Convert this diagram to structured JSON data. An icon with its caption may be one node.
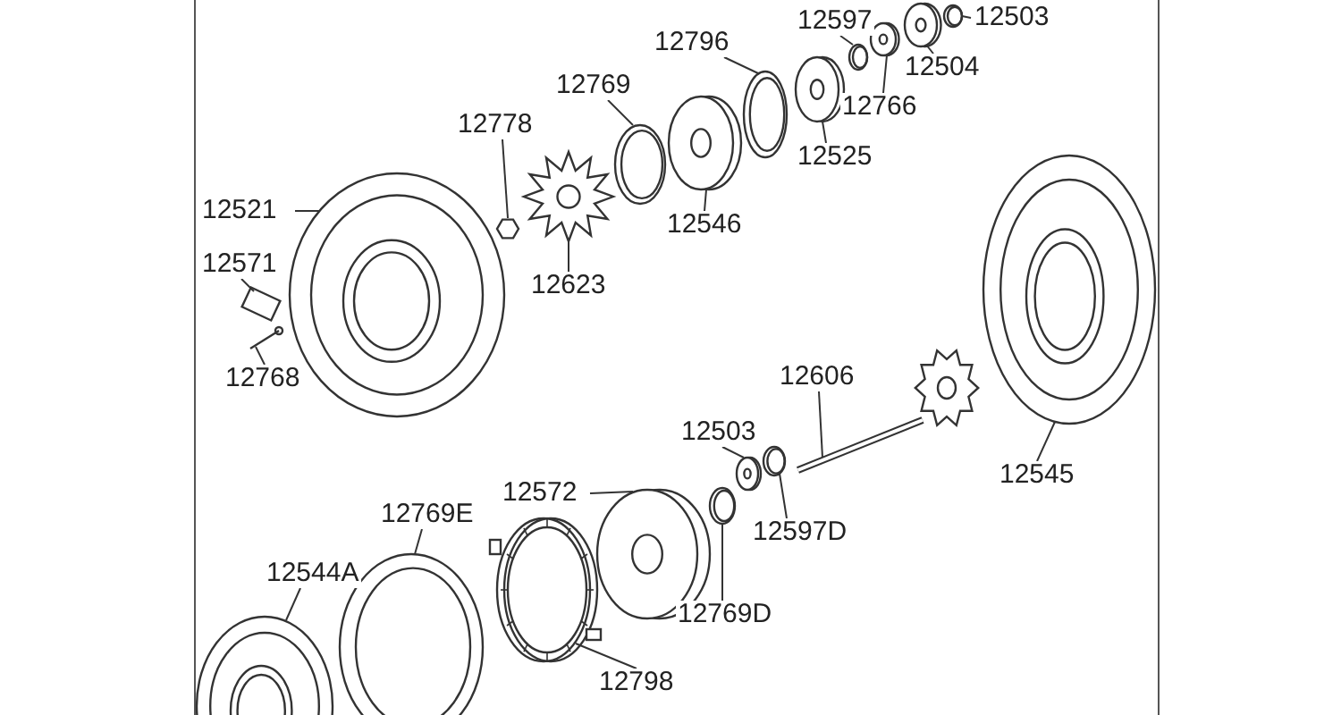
{
  "diagram": {
    "nodes": [
      {
        "text": [
          "12597"
        ]
      },
      {
        "text": [],
        "shape": "picture"
      },
      {
        "text": [
          "12503"
        ]
      },
      {
        "text": [],
        "shape": "picture"
      },
      {
        "text": [
          "12504"
        ]
      },
      {
        "text": [],
        "shape": "picture"
      },
      {
        "text": [
          "12796"
        ]
      },
      {
        "text": [],
        "shape": "picture"
      },
      {
        "text": [
          "12766"
        ]
      },
      {
        "text": [],
        "shape": "picture"
      },
      {
        "text": [
          "12769"
        ]
      },
      {
        "text": [],
        "shape": "picture"
      },
      {
        "text": [
          "12525"
        ]
      },
      {
        "text": [],
        "shape": "picture"
      },
      {
        "text": [
          "12778"
        ]
      },
      {
        "text": [],
        "shape": "picture"
      },
      {
        "text": [
          "12546"
        ]
      },
      {
        "text": [],
        "shape": "picture"
      },
      {
        "text": [
          "12521"
        ]
      },
      {
        "text": [],
        "shape": "picture"
      },
      {
        "text": [
          "12623"
        ]
      },
      {
        "text": [],
        "shape": "picture"
      },
      {
        "text": [
          "12571"
        ]
      },
      {
        "text": [],
        "shape": "box"
      },
      {
        "text": [
          "12768"
        ]
      },
      {
        "text": [],
        "shape": "picture"
      },
      {
        "text": [
          "12606"
        ]
      },
      {
        "text": [],
        "shape": "picture"
      },
      {
        "text": [
          "12545"
        ]
      },
      {
        "text": [],
        "shape": "picture"
      },
      {
        "text": [
          "12503"
        ]
      },
      {
        "text": [],
        "shape": "picture"
      },
      {
        "text": [
          "12572"
        ]
      },
      {
        "text": [],
        "shape": "picture"
      },
      {
        "text": [
          "12597D"
        ]
      },
      {
        "text": [],
        "shape": "picture"
      },
      {
        "text": [
          "12769E"
        ]
      },
      {
        "text": [],
        "shape": "picture"
      },
      {
        "text": [
          "12769D"
        ]
      },
      {
        "text": [],
        "shape": "picture"
      },
      {
        "text": [
          "12544A"
        ]
      },
      {
        "text": [],
        "shape": "picture"
      },
      {
        "text": [
          "12798"
        ]
      },
      {
        "text": [],
        "shape": "picture"
      }
    ],
    "edges": [
      {
        "from": 0,
        "to": 1,
        "arrow": "none"
      },
      {
        "from": 2,
        "to": 3,
        "arrow": "none"
      },
      {
        "from": 4,
        "to": 5,
        "arrow": "none"
      },
      {
        "from": 6,
        "to": 7,
        "arrow": "none"
      },
      {
        "from": 8,
        "to": 9,
        "arrow": "none"
      },
      {
        "from": 10,
        "to": 11,
        "arrow": "none"
      },
      {
        "from": 12,
        "to": 13,
        "arrow": "none"
      },
      {
        "from": 14,
        "to": 15,
        "arrow": "none"
      },
      {
        "from": 16,
        "to": 17,
        "arrow": "none"
      },
      {
        "from": 18,
        "to": 19,
        "arrow": "none"
      },
      {
        "from": 20,
        "to": 21,
        "arrow": "none"
      },
      {
        "from": 22,
        "to": 23,
        "arrow": "none"
      },
      {
        "from": 24,
        "to": 25,
        "arrow": "none"
      },
      {
        "from": 26,
        "to": 27,
        "arrow": "none"
      },
      {
        "from": 28,
        "to": 29,
        "arrow": "none"
      },
      {
        "from": 30,
        "to": 31,
        "arrow": "none"
      },
      {
        "from": 32,
        "to": 33,
        "arrow": "none"
      },
      {
        "from": 34,
        "to": 35,
        "arrow": "none"
      },
      {
        "from": 36,
        "to": 37,
        "arrow": "none"
      },
      {
        "from": 38,
        "to": 39,
        "arrow": "none"
      },
      {
        "from": 40,
        "to": 41,
        "arrow": "none"
      },
      {
        "from": 42,
        "to": 43,
        "arrow": "none"
      }
    ]
  }
}
